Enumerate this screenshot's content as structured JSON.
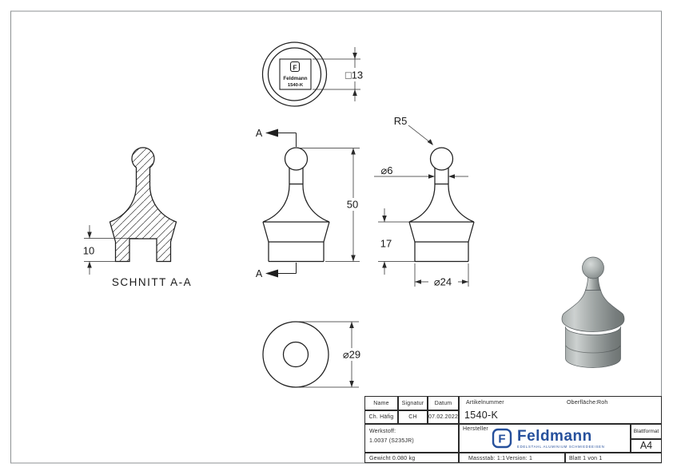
{
  "drawing": {
    "section_title": "SCHNITT A-A",
    "cut_letter": "A",
    "dim_hole_depth": "10",
    "dim_square": "□13",
    "dim_height": "50",
    "dim_radius": "R5",
    "dim_neck_dia": "⌀6",
    "dim_base_height": "17",
    "dim_base_dia": "⌀24",
    "dim_outer_dia": "⌀29",
    "stamp": {
      "initial": "F",
      "brand": "Feldmann",
      "article": "1540-K"
    }
  },
  "title_block": {
    "name_label": "Name",
    "signature_label": "Signatur",
    "date_label": "Datum",
    "name": "Ch. Häfig",
    "signature": "CH",
    "date": "07.02.2022",
    "article_label": "Artikelnummer",
    "article_number": "1540-K",
    "surface_label": "Oberfläche:",
    "surface_value": "Roh",
    "material_label": "Werkstoff:",
    "material_value": "1.0037 (S235JR)",
    "manufacturer_label": "Hersteller",
    "brand_initial": "F",
    "brand_name": "Feldmann",
    "brand_tagline": "EDELSTAHL ALUMINIUM SCHMIEDEEISEN",
    "format_label": "Blattformat",
    "format_value": "A4",
    "weight": "Gewicht 0.080 kg",
    "scale": "Massstab: 1:1",
    "version": "Version: 1",
    "sheet": "Blatt 1 von 1"
  },
  "colors": {
    "line": "#1f1f1f",
    "frame": "#8d9193",
    "brand_blue": "#26509c",
    "render_light": "#cdd1d0",
    "render_dark": "#6e7473"
  }
}
